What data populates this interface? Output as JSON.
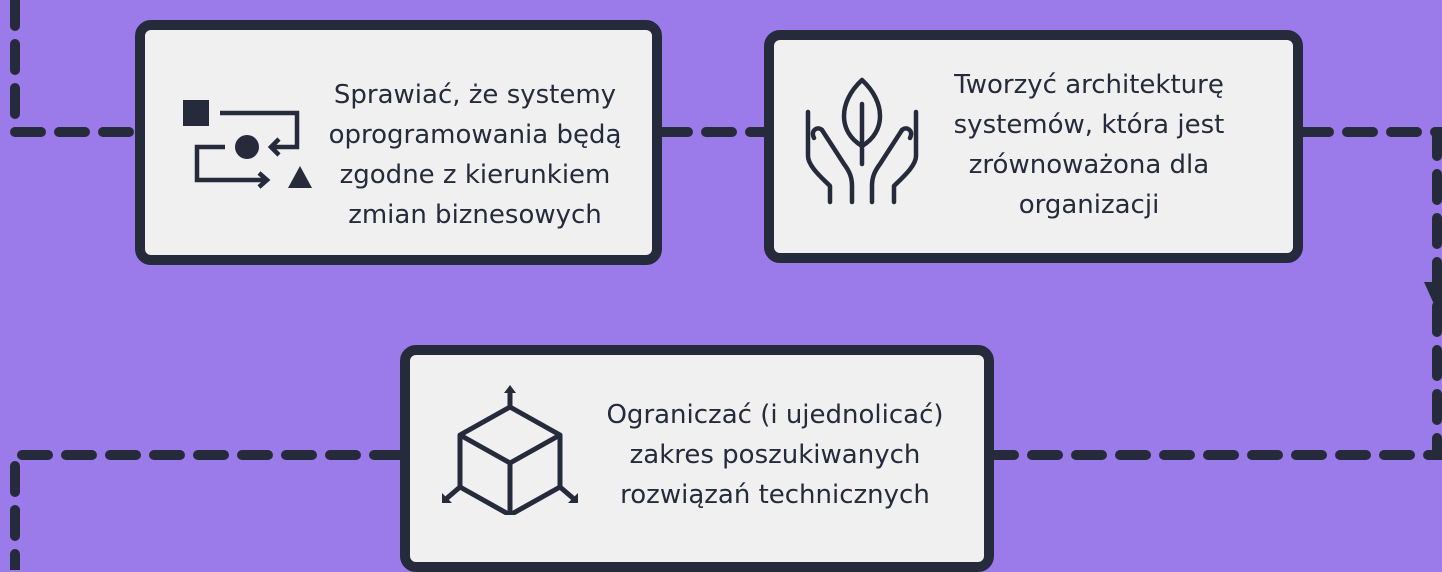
{
  "colors": {
    "background": "#9b7bea",
    "card": "#f0f0f0",
    "border": "#262b3b"
  },
  "cards": [
    {
      "icon": "process-flow-icon",
      "lines": [
        "Sprawiać, że systemy",
        "oprogramowania będą",
        "zgodne z kierunkiem",
        "zmian biznesowych"
      ]
    },
    {
      "icon": "hands-leaf-icon",
      "lines": [
        "Tworzyć architekturę",
        "systemów, która jest",
        "zrównoważona dla",
        "organizacji"
      ]
    },
    {
      "icon": "cube-arrows-icon",
      "lines": [
        "Ograniczać (i ujednolicać)",
        "zakres poszukiwanych",
        "rozwiązań technicznych"
      ]
    }
  ]
}
